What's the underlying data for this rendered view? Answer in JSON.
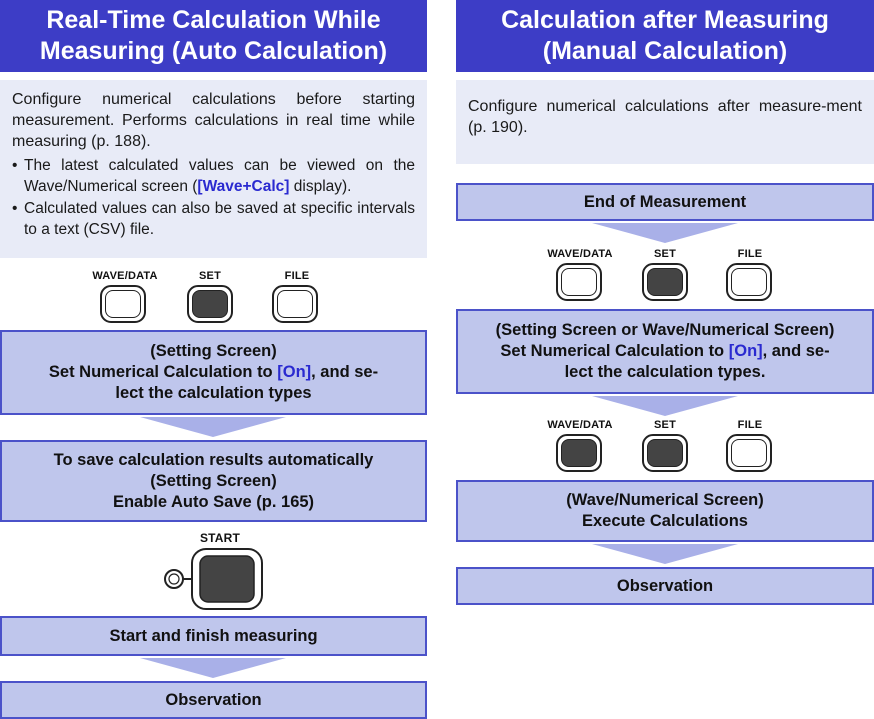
{
  "left": {
    "header": {
      "line1": "Real-Time Calculation While",
      "line2": "Measuring (Auto Calculation)"
    },
    "intro": {
      "text": "Configure numerical calculations before starting measurement. Performs calculations in real time while measuring (p. 188).",
      "bullet1_a": "The latest calculated values can be viewed on the Wave/Numerical screen (",
      "bullet1_b": "[Wave+Calc]",
      "bullet1_c": " display).",
      "bullet2": "Calculated values can also be saved at specific intervals to a text (CSV) file."
    },
    "buttons": {
      "wave": "WAVE/DATA",
      "set": "SET",
      "file": "FILE"
    },
    "step1": {
      "line1": "(Setting Screen)",
      "line2a": "Set Numerical Calculation to ",
      "line2b": "[On]",
      "line2c": ", and se-",
      "line3": "lect the calculation types"
    },
    "step2": {
      "line1": "To save calculation results automatically",
      "line2": "(Setting Screen)",
      "line3": "Enable Auto Save (p. 165)"
    },
    "start_label": "START",
    "step3": "Start and finish measuring",
    "step4": "Observation"
  },
  "right": {
    "header": {
      "line1": "Calculation after Measuring",
      "line2": "(Manual Calculation)"
    },
    "intro": {
      "text": "Configure numerical calculations after measure-ment (p. 190)."
    },
    "step1": "End of Measurement",
    "buttons1": {
      "wave": "WAVE/DATA",
      "set": "SET",
      "file": "FILE"
    },
    "step2": {
      "line1": "(Setting Screen or Wave/Numerical Screen)",
      "line2a": "Set Numerical Calculation to ",
      "line2b": "[On]",
      "line2c": ", and se-",
      "line3": "lect the calculation types."
    },
    "buttons2": {
      "wave": "WAVE/DATA",
      "set": "SET",
      "file": "FILE"
    },
    "step3": {
      "line1": "(Wave/Numerical Screen)",
      "line2": "Execute Calculations"
    },
    "step4": "Observation"
  },
  "colors": {
    "header": "#3d3dc6",
    "step_fill": "#bfc6ec",
    "step_border": "#4b52c9",
    "arrow": "#a9b0e8",
    "intro_bg": "#e8ebf7",
    "link": "#2a2ad0"
  }
}
